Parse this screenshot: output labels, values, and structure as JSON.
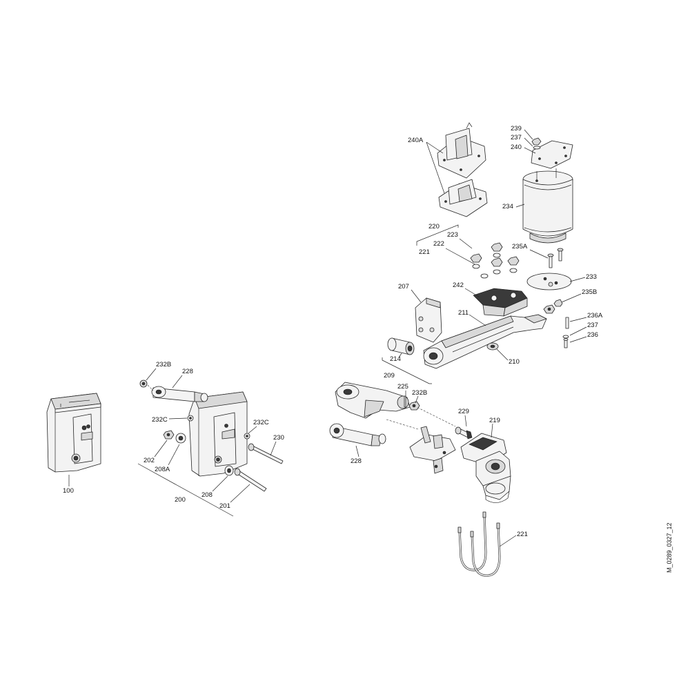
{
  "drawing_ref": "M_0289_0327_12",
  "labels": {
    "l100": "100",
    "l200": "200",
    "l201": "201",
    "l202": "202",
    "l208": "208",
    "l208A": "208A",
    "l228a": "228",
    "l228b": "228",
    "l230": "230",
    "l232Ba": "232B",
    "l232Bb": "232B",
    "l232Ca": "232C",
    "l232Cb": "232C",
    "l207": "207",
    "l209": "209",
    "l210": "210",
    "l211": "211",
    "l214": "214",
    "l219": "219",
    "l220": "220",
    "l221a": "221",
    "l221b": "221",
    "l222": "222",
    "l223": "223",
    "l225": "225",
    "l229": "229",
    "l233": "233",
    "l234": "234",
    "l235A": "235A",
    "l235B": "235B",
    "l236": "236",
    "l236A": "236A",
    "l237a": "237",
    "l237b": "237",
    "l239": "239",
    "l240": "240",
    "l240A": "240A",
    "l242": "242"
  }
}
